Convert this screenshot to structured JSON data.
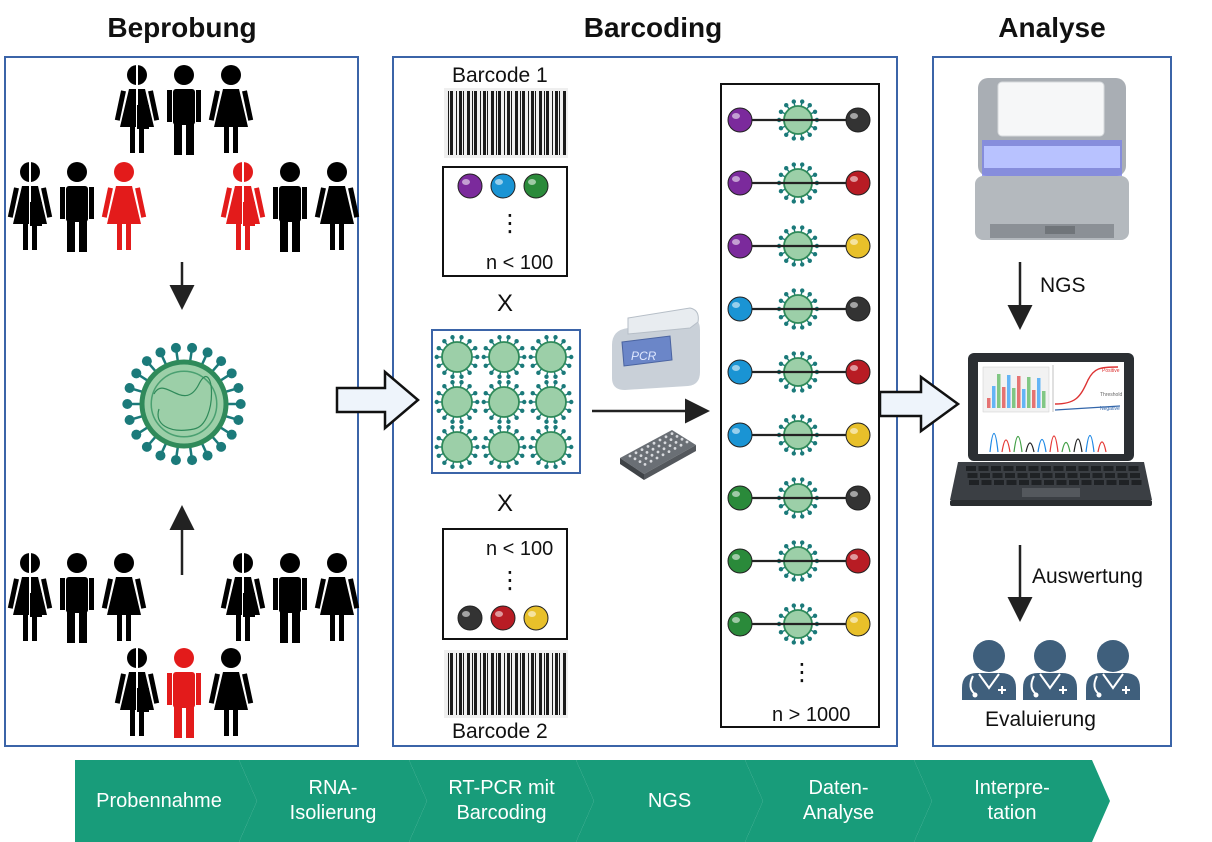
{
  "headings": {
    "sampling": "Beprobung",
    "barcoding": "Barcoding",
    "analysis": "Analyse"
  },
  "barcoding": {
    "barcode1_label": "Barcode 1",
    "barcode2_label": "Barcode 2",
    "box1_count": "n < 100",
    "box2_count": "n < 100",
    "multiply_sign": "X",
    "pcr_label": "PCR",
    "combinations_count": "n > 1000",
    "ellipsis": "⋮"
  },
  "analysis": {
    "ngs_label": "NGS",
    "evaluation_label": "Auswertung",
    "experts_label": "Evaluierung",
    "graph_labels": [
      "Positive",
      "Threshold",
      "Negative"
    ]
  },
  "workflow_steps": [
    {
      "line1": "Probennahme",
      "line2": ""
    },
    {
      "line1": "RNA-",
      "line2": "Isolierung"
    },
    {
      "line1": "RT-PCR mit",
      "line2": "Barcoding"
    },
    {
      "line1": "NGS",
      "line2": ""
    },
    {
      "line1": "Daten-",
      "line2": "Analyse"
    },
    {
      "line1": "Interpre-",
      "line2": "tation"
    }
  ],
  "colors": {
    "panel_border": "#3b64a8",
    "workflow_green": "#189c7a",
    "virus_green": "#9ccfa8",
    "virus_spike": "#1b7a7a",
    "infected_red": "#e31b1b",
    "bead_purple": "#7b2a9c",
    "bead_blue": "#1a94d4",
    "bead_green": "#2a8a3a",
    "bead_black": "#333333",
    "bead_red": "#b81c24",
    "bead_yellow": "#e8c02a",
    "doctor_blue": "#3f5f7c"
  },
  "beads": {
    "top_box": [
      "purple",
      "blue",
      "green"
    ],
    "bottom_box": [
      "black",
      "red",
      "yellow"
    ],
    "combinations": [
      [
        "purple",
        "black"
      ],
      [
        "purple",
        "red"
      ],
      [
        "purple",
        "yellow"
      ],
      [
        "blue",
        "black"
      ],
      [
        "blue",
        "red"
      ],
      [
        "blue",
        "yellow"
      ],
      [
        "green",
        "black"
      ],
      [
        "green",
        "red"
      ],
      [
        "green",
        "yellow"
      ]
    ]
  },
  "people": {
    "top_center": [
      "black-split",
      "black-male",
      "black-female"
    ],
    "mid_left": [
      "black-split",
      "black-male",
      "red-female"
    ],
    "mid_right": [
      "red-split",
      "black-male",
      "black-female"
    ],
    "low_left": [
      "black-split",
      "black-male",
      "black-female"
    ],
    "low_right": [
      "black-split",
      "black-male",
      "black-female"
    ],
    "bottom_center": [
      "black-split",
      "red-male",
      "black-female"
    ]
  }
}
